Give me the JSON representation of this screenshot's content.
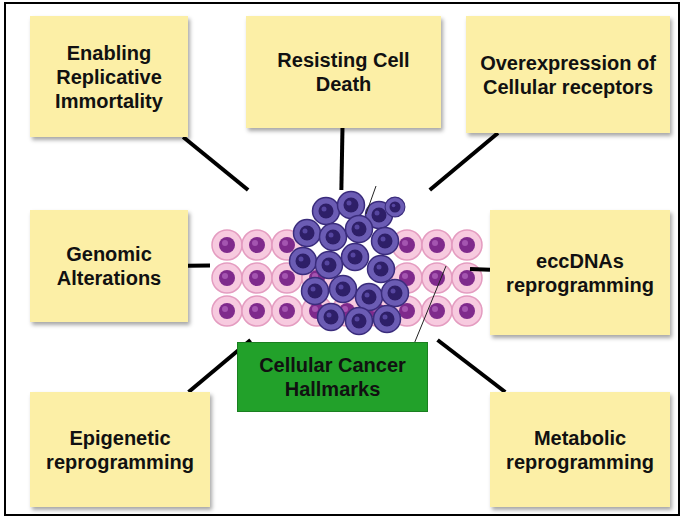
{
  "diagram": {
    "nodes": [
      {
        "text": [
          "Enabling Replicative Immortality"
        ]
      },
      {
        "text": [
          "Resisting Cell Death"
        ]
      },
      {
        "text": [
          "Overexpression of Cellular receptors"
        ]
      },
      {
        "text": [
          "Genomic Alterations"
        ]
      },
      {
        "text": [
          "eccDNAs reprogramming"
        ]
      },
      {
        "text": [
          "Cellular Cancer Hallmarks"
        ]
      },
      {
        "text": [
          "Epigenetic reprogramming"
        ]
      },
      {
        "text": [
          "Metabolic reprogramming"
        ]
      }
    ],
    "edges": [
      {
        "from": 5,
        "to": 0,
        "arrow": "none"
      },
      {
        "from": 5,
        "to": 1,
        "arrow": "none"
      },
      {
        "from": 5,
        "to": 2,
        "arrow": "none"
      },
      {
        "from": 5,
        "to": 3,
        "arrow": "none"
      },
      {
        "from": 5,
        "to": 4,
        "arrow": "none"
      },
      {
        "from": 5,
        "to": 6,
        "arrow": "none"
      },
      {
        "from": 5,
        "to": 7,
        "arrow": "none"
      }
    ]
  }
}
